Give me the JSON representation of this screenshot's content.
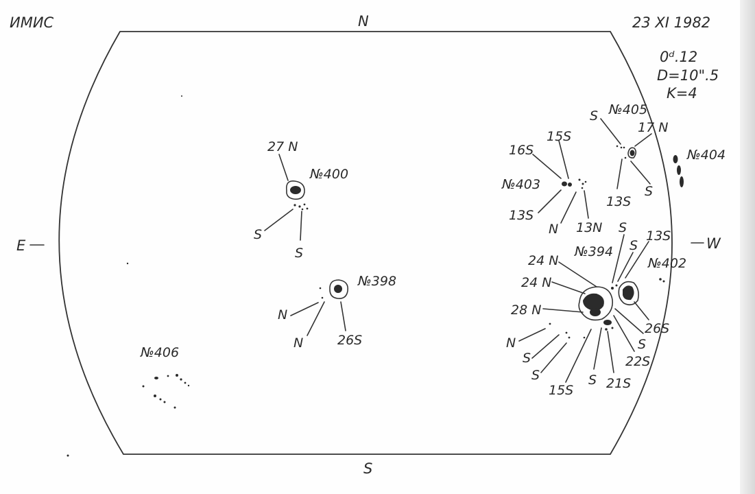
{
  "header": {
    "observatory": "ИМИС",
    "date": "23  XI 1982",
    "time": "0ᵈ.12",
    "diameter": "D=10\".5",
    "k_value": "K=4"
  },
  "directions": {
    "north": "N",
    "south": "S",
    "east": "E",
    "west": "W"
  },
  "groups": {
    "g400": {
      "number": "№400",
      "labels": [
        "27 N",
        "S",
        "S"
      ]
    },
    "g398": {
      "number": "№398",
      "labels": [
        "N",
        "N",
        "26S"
      ]
    },
    "g406": {
      "number": "№406"
    },
    "g405": {
      "number": "№405",
      "labels": [
        "S",
        "17 N",
        "13S",
        "S"
      ]
    },
    "g404": {
      "number": "№404"
    },
    "g403": {
      "number": "№403",
      "labels": [
        "15S",
        "16S",
        "13S",
        "N",
        "13N"
      ]
    },
    "g394": {
      "number": "№394",
      "labels": [
        "24 N",
        "24 N",
        "28 N",
        "N",
        "S",
        "S",
        "15S",
        "S",
        "21S",
        "22S",
        "S",
        "26S",
        "S",
        "S",
        "13S"
      ]
    },
    "g402": {
      "number": "№402"
    }
  },
  "colors": {
    "ink": "#2b2b2b",
    "paper": "#fefefe"
  }
}
